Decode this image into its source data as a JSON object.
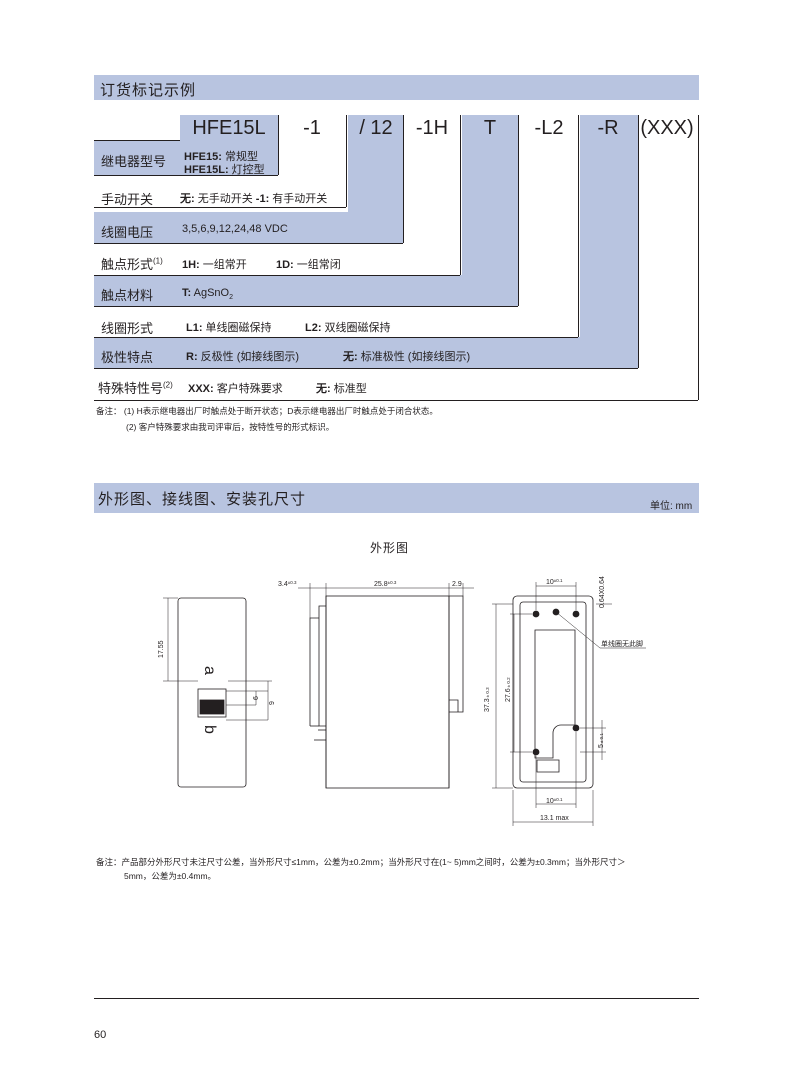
{
  "section1": {
    "title": "订货标记示例"
  },
  "codes": [
    "HFE15L",
    "-1",
    "/ 12",
    "-1H",
    "T",
    "-L2",
    "-R",
    "(XXX)"
  ],
  "rows": {
    "r1": {
      "label": "继电器型号",
      "k1": "HFE15:",
      "v1": " 常规型",
      "k2": "HFE15L:",
      "v2": " 灯控型"
    },
    "r2": {
      "label": "手动开关",
      "k1": "无:",
      "v1": " 无手动开关 ",
      "k2": "-1:",
      "v2": " 有手动开关"
    },
    "r3": {
      "label": "线圈电压",
      "v1": "3,5,6,9,12,24,48 VDC"
    },
    "r4": {
      "label": "触点形式",
      "sup": "(1)",
      "k1": "1H:",
      "v1": " 一组常开",
      "k2": "1D:",
      "v2": " 一组常闭"
    },
    "r5": {
      "label": "触点材料",
      "k1": "T:",
      "v1": " AgSnO",
      "sub": "2"
    },
    "r6": {
      "label": "线圈形式",
      "k1": "L1:",
      "v1": " 单线圈磁保持",
      "k2": "L2:",
      "v2": " 双线圈磁保持"
    },
    "r7": {
      "label": "极性特点",
      "k1": "R:",
      "v1": " 反极性 (如接线图示)",
      "k2": "无:",
      "v2": " 标准极性 (如接线图示)"
    },
    "r8": {
      "label": "特殊特性号",
      "sup": "(2)",
      "k1": "XXX:",
      "v1": " 客户特殊要求",
      "k2": "无:",
      "v2": " 标准型"
    }
  },
  "notes1": {
    "l1": "备注： (1)  H表示继电器出厂时触点处于断开状态；D表示继电器出厂时触点处于闭合状态。",
    "l2": "(2) 客户特殊要求由我司评审后，按特性号的形式标识。"
  },
  "section2": {
    "title": "外形图、接线图、安装孔尺寸",
    "unit": "单位: mm"
  },
  "drawing": {
    "title": "外形图",
    "dims": {
      "d_3_4": "3.4",
      "d_3_4_tol": "±0.3",
      "d_25_8": "25.8",
      "d_25_8_tol": "±0.3",
      "d_2_9": "2.9",
      "d_17_55": "17.55",
      "d_6": "6",
      "d_9": "9",
      "d_10_top": "10",
      "d_10_top_tol": "±0.1",
      "d_064": "0.64X0.64",
      "d_37_3": "37.3",
      "d_37_3_tol": "± 0.3",
      "d_27_6": "27.6",
      "d_27_6_tol": "± 0.2",
      "d_5": "5",
      "d_5_tol": "± 0.1",
      "d_10_bot": "10",
      "d_10_bot_tol": "±0.1",
      "d_13_1": "13.1 max"
    },
    "marks": {
      "a": "a",
      "b": "b"
    },
    "callout": "单线圈无此脚"
  },
  "notes2": {
    "l1": "备注：产品部分外形尺寸未注尺寸公差，当外形尺寸≤1mm，公差为±0.2mm；当外形尺寸在(1~ 5)mm之间时，公差为±0.3mm；当外形尺寸＞",
    "l2": "5mm，公差为±0.4mm。"
  },
  "page": {
    "number": "60"
  },
  "colors": {
    "band": "#b8c4e0",
    "ink": "#231f20"
  }
}
